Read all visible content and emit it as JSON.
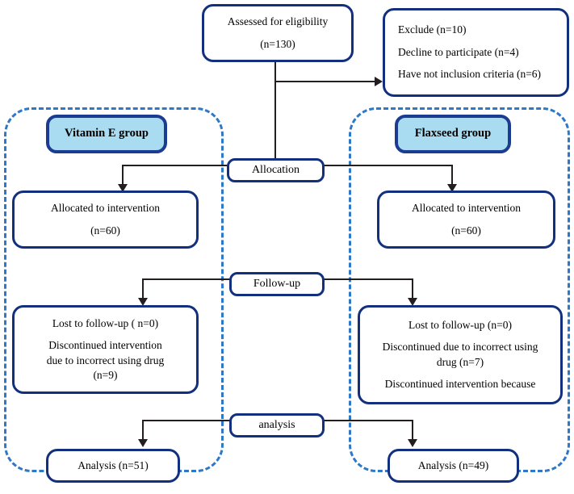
{
  "diagram": {
    "type": "consort-flow-diagram",
    "title": "Participant flow diagram",
    "colors": {
      "box_border": "#12307D",
      "group_header_fill": "#A9DCF0",
      "group_header_border": "#1C3C91",
      "dashed_group_border": "#2E78C8",
      "connector": "#231f20",
      "background": "#ffffff"
    }
  },
  "nodes": {
    "enrollment": {
      "lines": [
        "Assessed for eligibility",
        "(n=130)"
      ]
    },
    "excluded": {
      "lines": [
        "Exclude (n=10)",
        "Decline to participate (n=4)",
        "Have not inclusion criteria (n=6)"
      ]
    },
    "stage_allocation": {
      "label": "Allocation"
    },
    "stage_followup": {
      "label": "Follow-up"
    },
    "stage_analysis": {
      "label": "analysis"
    },
    "vitamin_e_group": {
      "header": "Vitamin E group",
      "allocated": {
        "lines": [
          "Allocated to intervention",
          "(n=60)"
        ]
      },
      "followup": {
        "lines": [
          "Lost to follow-up ( n=0)",
          "Discontinued intervention",
          "due to incorrect using drug",
          "(n=9)"
        ]
      },
      "analysis": {
        "lines": [
          "Analysis (n=51)"
        ]
      }
    },
    "flaxseed_group": {
      "header": "Flaxseed group",
      "allocated": {
        "lines": [
          "Allocated to intervention",
          "(n=60)"
        ]
      },
      "followup": {
        "lines": [
          "Lost to follow-up (n=0)",
          "Discontinued due to incorrect using",
          "drug (n=7)",
          "Discontinued intervention because"
        ]
      },
      "analysis": {
        "lines": [
          "Analysis (n=49)"
        ]
      }
    }
  }
}
